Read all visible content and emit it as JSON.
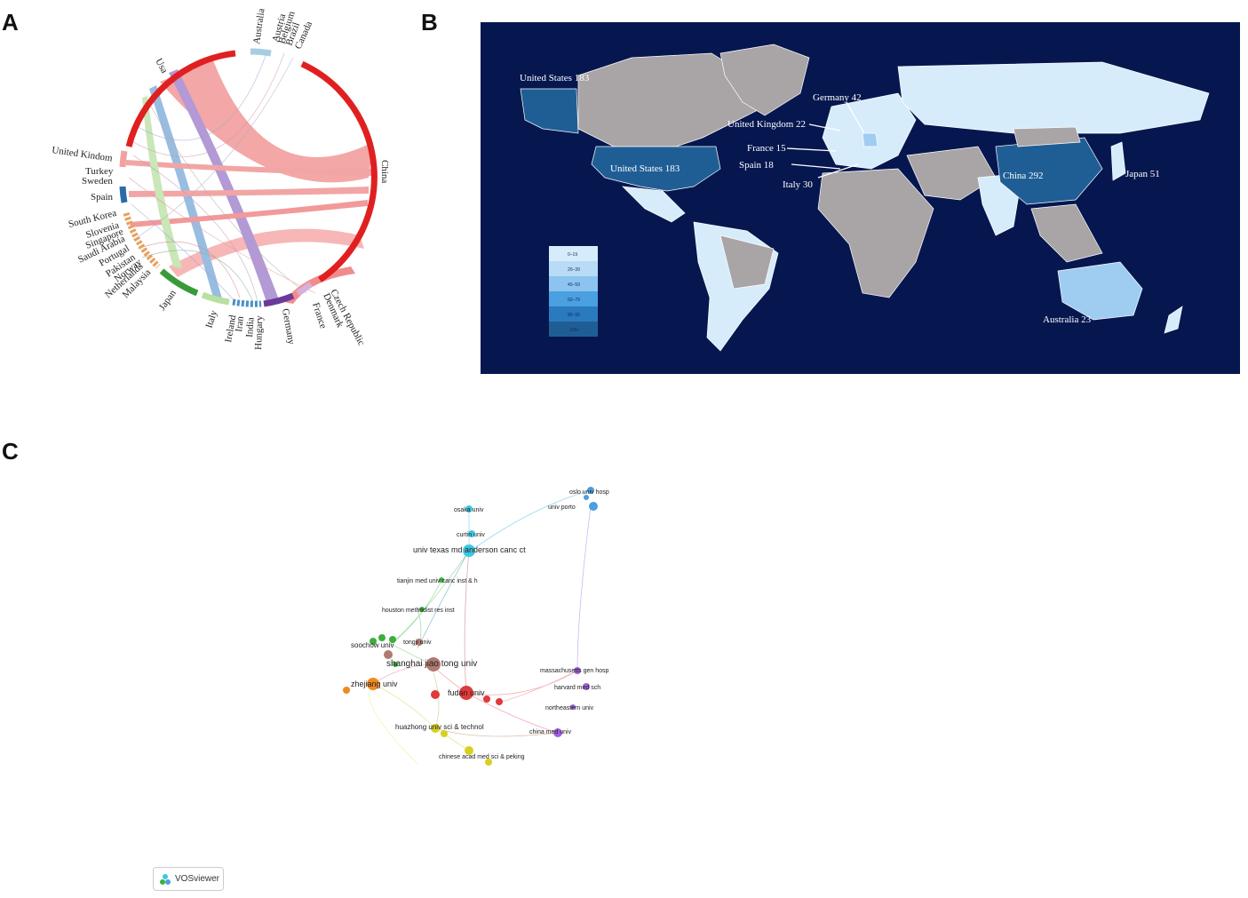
{
  "panels": {
    "a": "A",
    "b": "B",
    "c": "C"
  },
  "chord": {
    "countries": [
      "Australia",
      "Austria",
      "Belgium",
      "Brazil",
      "Canada",
      "China",
      "Czech Republic",
      "Denmark",
      "France",
      "Germany",
      "Hungary",
      "India",
      "Iran",
      "Ireland",
      "Italy",
      "Japan",
      "Malaysia",
      "Netherlands",
      "Norway",
      "Pakistan",
      "Portugal",
      "Saudi Arabia",
      "Singapore",
      "Slovenia",
      "South Korea",
      "Spain",
      "Sweden",
      "Turkey",
      "United Kindom",
      "Usa"
    ],
    "colors": {
      "Usa": "#e02020",
      "China": "#e02020",
      "Japan": "#3a9a3a",
      "Italy": "#b8e0a0",
      "Germany": "#6a3a9a",
      "Spain": "#2a6aa8",
      "Australia": "#a8cce0",
      "United Kindom": "#f3a0a0"
    }
  },
  "map": {
    "labels": [
      {
        "text": "United States 183"
      },
      {
        "text": "United States 183"
      },
      {
        "text": "Germany 42"
      },
      {
        "text": "United Kingdom 22"
      },
      {
        "text": "France 15"
      },
      {
        "text": "Spain 18"
      },
      {
        "text": "Italy 30"
      },
      {
        "text": "China 292"
      },
      {
        "text": "Japan 51"
      },
      {
        "text": "Australia 23"
      }
    ],
    "legend": [
      "0–19",
      "20–39",
      "40–59",
      "60–79",
      "80–99",
      "100+"
    ],
    "colors": {
      "ocean": "#06174f",
      "land_none": "#a9a4a6",
      "land_low": "#d6ecfb",
      "land_mid": "#9fcdf2",
      "land_high": "#1f5e95"
    }
  },
  "network": {
    "nodes": [
      {
        "label": "oslo univ hosp",
        "cluster": "blue"
      },
      {
        "label": "univ porto",
        "cluster": "blue"
      },
      {
        "label": "osaka univ",
        "cluster": "cyan"
      },
      {
        "label": "curtin univ",
        "cluster": "cyan"
      },
      {
        "label": "univ texas md anderson canc ct",
        "cluster": "cyan"
      },
      {
        "label": "tianjin med univ canc inst & h",
        "cluster": "green"
      },
      {
        "label": "houston methodist res inst",
        "cluster": "green"
      },
      {
        "label": "soochow univ",
        "cluster": "green"
      },
      {
        "label": "tongji univ",
        "cluster": "brown"
      },
      {
        "label": "shanghai jiao tong univ",
        "cluster": "brown"
      },
      {
        "label": "zhejiang univ",
        "cluster": "orange"
      },
      {
        "label": "fudan univ",
        "cluster": "red"
      },
      {
        "label": "massachusetts gen hosp",
        "cluster": "purple"
      },
      {
        "label": "harvard med sch",
        "cluster": "purple"
      },
      {
        "label": "northeastern univ",
        "cluster": "purple"
      },
      {
        "label": "china med univ",
        "cluster": "purple"
      },
      {
        "label": "huazhong univ sci & technol",
        "cluster": "yellow"
      },
      {
        "label": "chinese acad med sci & peking",
        "cluster": "yellow"
      }
    ],
    "cluster_colors": {
      "blue": "#4a9fe0",
      "cyan": "#3cc8e0",
      "green": "#3ab03a",
      "brown": "#b07a70",
      "orange": "#f08a20",
      "red": "#e03a3a",
      "purple": "#a060e0",
      "yellow": "#d8d020"
    },
    "badge": "VOSviewer"
  }
}
